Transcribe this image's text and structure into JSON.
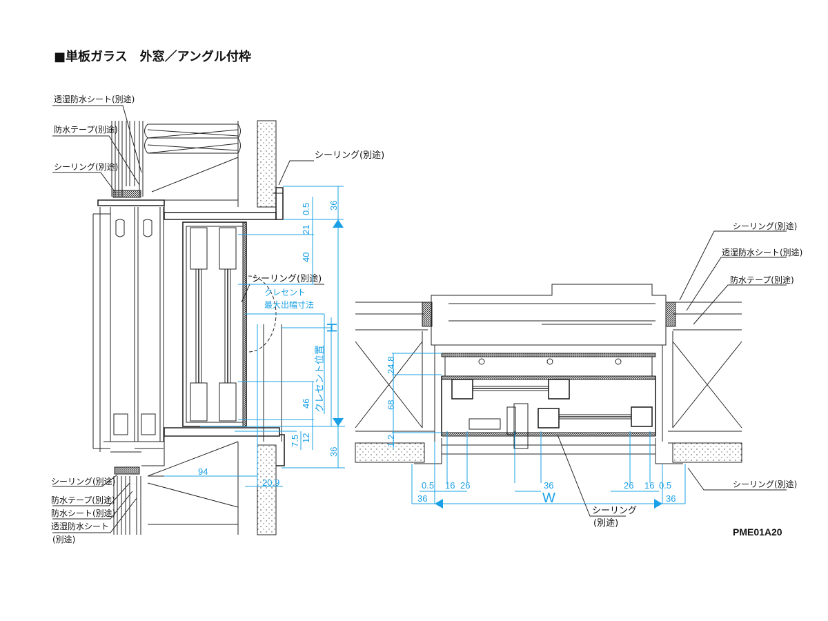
{
  "title": "■単板ガラス　外窓／アングル付枠",
  "drawing_code": "PME01A20",
  "colors": {
    "dimension": "#1aa0e6",
    "line": "#222222"
  },
  "vertical_section": {
    "labels": {
      "moisture_sheet_top": "透湿防水シート(別途)",
      "waterproof_tape_top": "防水テープ(別途)",
      "sealing_top_left": "シーリング(別途)",
      "sealing_top_right": "シーリング(別途)",
      "sealing_mid": "シーリング(別途)",
      "crescent_max_1": "クレセント",
      "crescent_max_2": "最大出幅寸法",
      "sealing_bottom": "シーリング(別途)",
      "waterproof_tape_bottom": "防水テープ(別途)",
      "waterproof_sheet_bottom": "防水シート(別途)",
      "moisture_sheet_bottom_1": "透湿防水シート",
      "moisture_sheet_bottom_2": "(別途)"
    },
    "dimensions": {
      "d_0_5": "0.5",
      "d_36_top": "36",
      "d_21": "21",
      "d_40": "40",
      "H": "H",
      "crescent_position": "クレセント位置",
      "d_46": "46",
      "d_7_5": "7.5",
      "d_12": "12",
      "d_36_bottom": "36",
      "d_94": "94",
      "d_20_9": "20.9"
    }
  },
  "horizontal_section": {
    "labels": {
      "sealing_top": "シーリング(別途)",
      "moisture_sheet": "透湿防水シート(別途)",
      "waterproof_tape": "防水テープ(別途)",
      "sealing_right": "シーリング(別途)",
      "sealing_center_1": "シーリング",
      "sealing_center_2": "(別途)"
    },
    "dimensions": {
      "d_24_8": "24.8",
      "d_68": "68",
      "d_1_2": "1.2",
      "l_0_5": "0.5",
      "l_16": "16",
      "l_26": "26",
      "l_36": "36",
      "c_36": "36",
      "W": "W",
      "r_26": "26",
      "r_16": "16",
      "r_0_5": "0.5",
      "r_36": "36"
    }
  }
}
